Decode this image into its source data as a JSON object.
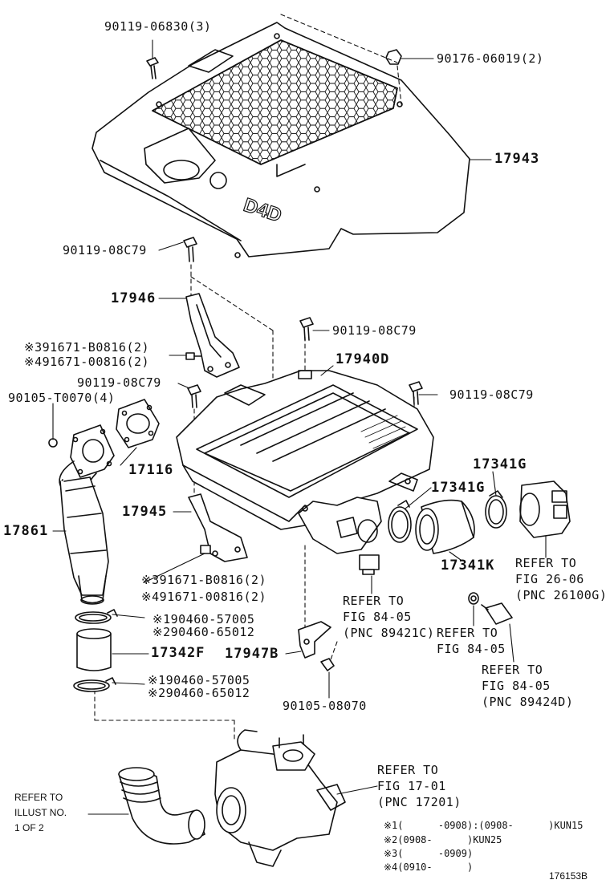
{
  "labels": {
    "p90119_06830": "90119-06830(3)",
    "p90176_06019": "90176-06019(2)",
    "p17943": "17943",
    "p90119_08c79_a": "90119-08C79",
    "p17946": "17946",
    "p90119_08c79_b": "90119-08C79",
    "p91671_b0816_a": "※391671-B0816(2)",
    "p91671_00816_a": "※491671-00816(2)",
    "p17940d": "17940D",
    "p90119_08c79_c": "90119-08C79",
    "p90119_08c79_d": "90119-08C79",
    "p90105_t0070": "90105-T0070(4)",
    "p17116": "17116",
    "p17341g_a": "17341G",
    "p17341g_b": "17341G",
    "p17945": "17945",
    "p17861": "17861",
    "p17341k": "17341K",
    "p91671_b0816_b": "※391671-B0816(2)",
    "p91671_00816_b": "※491671-00816(2)",
    "p90460_57005_a": "※190460-57005",
    "p90460_65012_a": "※290460-65012",
    "p17342f": "17342F",
    "p17947b": "17947B",
    "p90460_57005_b": "※190460-57005",
    "p90460_65012_b": "※290460-65012",
    "p90105_08070": "90105-08070"
  },
  "refs": {
    "fig26_l1": "REFER TO",
    "fig26_l2": "FIG 26-06",
    "fig26_l3": "(PNC 26100G)",
    "fig84a_l1": "REFER TO",
    "fig84a_l2": "FIG 84-05",
    "fig84a_l3": "(PNC 89421C)",
    "fig84b_l1": "REFER TO",
    "fig84b_l2": "FIG 84-05",
    "fig84c_l1": "REFER TO",
    "fig84c_l2": "FIG 84-05",
    "fig84c_l3": "(PNC 89424D)",
    "fig17_l1": "REFER TO",
    "fig17_l2": "FIG 17-01",
    "fig17_l3": "(PNC 17201)",
    "illust_l1": "REFER TO",
    "illust_l2": "ILLUST NO.",
    "illust_l3": "1 OF 2"
  },
  "notes": {
    "n1": "※1(      -0908):(0908-      )KUN15",
    "n2": "※2(0908-      )KUN25",
    "n3": "※3(      -0909)",
    "n4": "※4(0910-      )"
  },
  "illustration_id": "176153B"
}
